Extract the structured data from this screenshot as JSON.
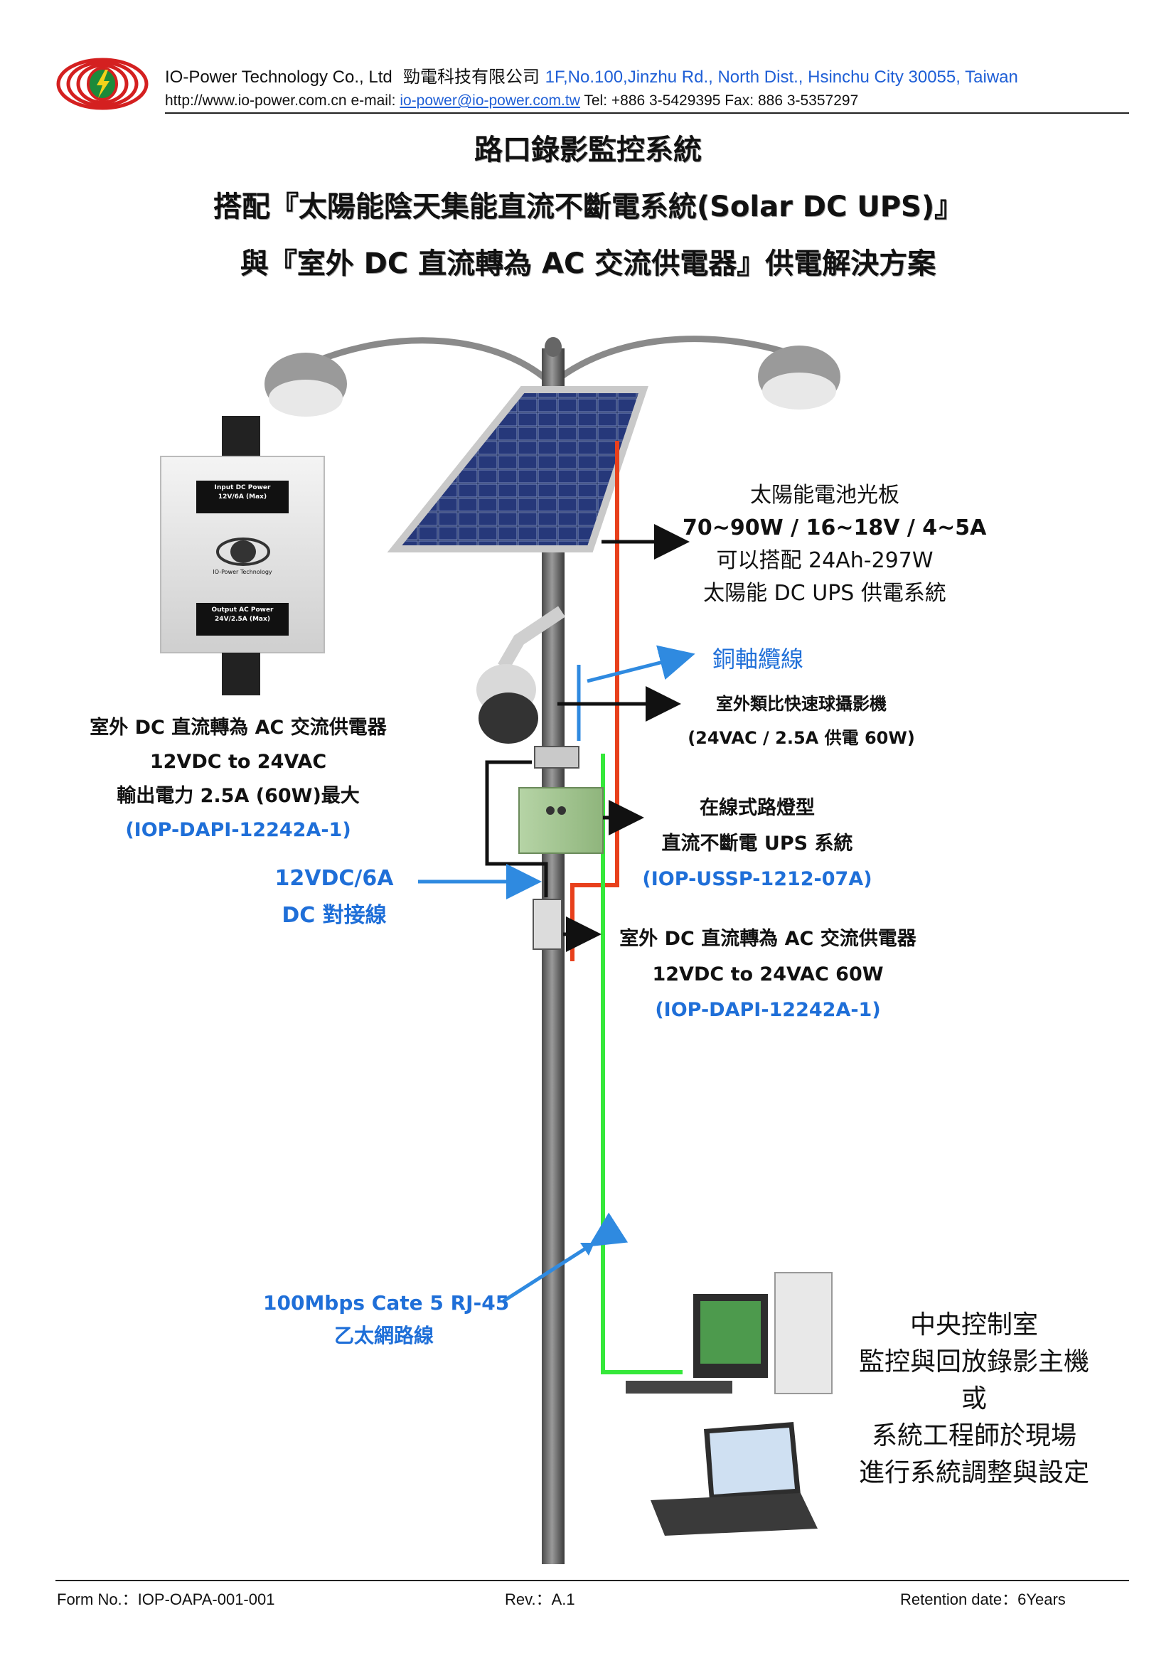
{
  "header": {
    "company_name": "IO-Power Technology Co., Ltd",
    "company_name_zh": "勁電科技有限公司",
    "address": "1F,No.100,Jinzhu Rd., North Dist., Hsinchu City 30055, Taiwan",
    "website": "http://www.io-power.com.cn",
    "email_label": "e-mail:",
    "email": "io-power@io-power.com.tw",
    "tel": "Tel: +886 3-5429395",
    "fax": "Fax: 886 3-5357297"
  },
  "titles": {
    "line1": "路口錄影監控系統",
    "line2": "搭配『太陽能陰天集能直流不斷電系統(Solar DC UPS)』",
    "line3": "與『室外 DC 直流轉為 AC 交流供電器』供電解決方案"
  },
  "inset_device": {
    "input_label": "Input DC Power",
    "input_rating": "12V/6A (Max)",
    "brand": "IO-Power Technology",
    "output_label": "Output AC Power",
    "output_rating": "24V/2.5A (Max)"
  },
  "labels": {
    "left_converter": {
      "name": "室外 DC 直流轉為 AC 交流供電器",
      "spec": "12VDC to 24VAC",
      "output": "輸出電力 2.5A (60W)最大",
      "model": "(IOP-DAPI-12242A-1)"
    },
    "dc_cable": {
      "spec": "12VDC/6A",
      "name": "DC  對接線"
    },
    "solar_panel": {
      "name": "太陽能電池光板",
      "spec": "70~90W / 16~18V / 4~5A",
      "pairing": "可以搭配  24Ah-297W",
      "system": "太陽能 DC UPS 供電系統"
    },
    "coax": "銅軸纜線",
    "camera": {
      "name": "室外類比快速球攝影機",
      "power": "(24VAC / 2.5A 供電 60W)"
    },
    "ups": {
      "type": "在線式路燈型",
      "name": "直流不斷電  UPS  系統",
      "model": "(IOP-USSP-1212-07A)"
    },
    "right_converter": {
      "name": "室外 DC 直流轉為 AC 交流供電器",
      "spec": "12VDC to 24VAC 60W",
      "model": "(IOP-DAPI-12242A-1)"
    },
    "ethernet": {
      "spec": "100Mbps Cate 5 RJ-45",
      "name": "乙太網路線"
    },
    "control_room": {
      "line1": "中央控制室",
      "line2": "監控與回放錄影主機",
      "line3": "或",
      "line4": "系統工程師於現場",
      "line5": "進行系統調整與設定"
    }
  },
  "footer": {
    "form_no": "Form No.：IOP-OAPA-001-001",
    "rev": "Rev.：A.1",
    "retention": "Retention date：6Years"
  },
  "colors": {
    "power_cable": "#e8401c",
    "ethernet_cable": "#35e83a",
    "coax_cable": "#2f8ae0",
    "dc_cable": "#111111",
    "label_blue": "#1f6fd8"
  }
}
